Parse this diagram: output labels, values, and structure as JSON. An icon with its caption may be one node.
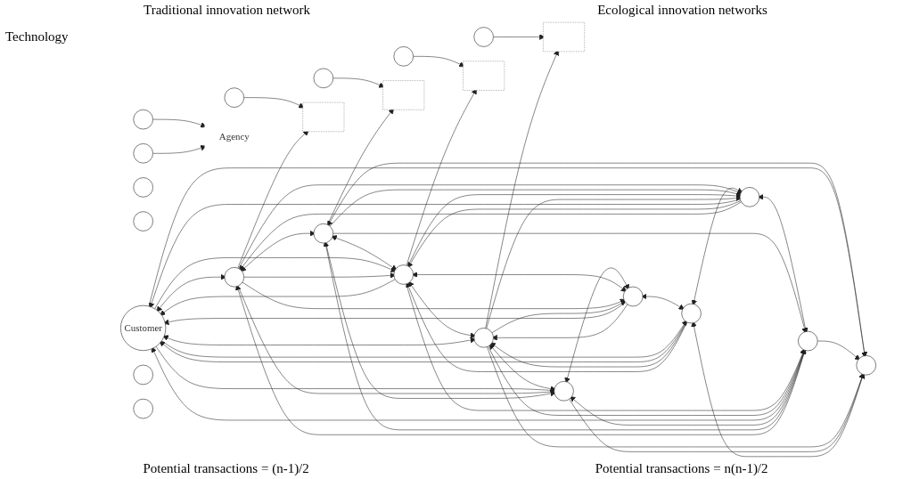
{
  "diagram": {
    "nodes": [
      {
        "text": [],
        "shape": "circle"
      },
      {
        "text": [],
        "shape": "circle"
      },
      {
        "text": [],
        "shape": "circle"
      },
      {
        "text": [],
        "shape": "circle"
      },
      {
        "text": [],
        "shape": "circle"
      },
      {
        "text": [],
        "shape": "bar"
      },
      {
        "text": [],
        "shape": "bar"
      },
      {
        "text": [
          "Agency"
        ]
      },
      {
        "text": [],
        "shape": "bar"
      },
      {
        "text": [],
        "shape": "bar"
      },
      {
        "text": [
          "Customer"
        ]
      },
      {
        "text": [],
        "shape": "circle"
      },
      {
        "text": [],
        "shape": "circle"
      },
      {
        "text": [],
        "shape": "circle"
      },
      {
        "text": [],
        "shape": "circle"
      },
      {
        "text": [],
        "shape": "circle"
      },
      {
        "text": [],
        "shape": "circle"
      },
      {
        "text": [],
        "shape": "circle"
      },
      {
        "text": [],
        "shape": "circle"
      },
      {
        "text": [],
        "shape": "circle"
      },
      {
        "text": [],
        "shape": "circle"
      },
      {
        "text": [],
        "shape": "circle"
      },
      {
        "text": [],
        "shape": "circle"
      },
      {
        "text": [],
        "shape": "circle"
      },
      {
        "text": [],
        "shape": "circle"
      },
      {
        "text": [],
        "shape": "circle"
      }
    ],
    "edges": [
      {
        "from": 0,
        "to": 5,
        "arrow": "to"
      },
      {
        "from": 1,
        "to": 6,
        "arrow": "to"
      },
      {
        "from": 2,
        "to": 7,
        "arrow": "to"
      },
      {
        "from": 3,
        "to": 8,
        "arrow": "to"
      },
      {
        "from": 4,
        "to": 9,
        "arrow": "to"
      },
      {
        "from": 10,
        "to": 19,
        "arrow": "both"
      },
      {
        "from": 19,
        "to": 18,
        "arrow": "both"
      },
      {
        "from": 18,
        "to": 17,
        "arrow": "both"
      },
      {
        "from": 17,
        "to": 16,
        "arrow": "both"
      },
      {
        "from": 16,
        "to": 15,
        "arrow": "both"
      },
      {
        "from": 15,
        "to": 14,
        "arrow": "both"
      },
      {
        "from": 14,
        "to": 13,
        "arrow": "both"
      },
      {
        "from": 13,
        "to": 12,
        "arrow": "both"
      },
      {
        "from": 12,
        "to": 11,
        "arrow": "both"
      },
      {
        "from": 11,
        "to": 10,
        "arrow": "both"
      },
      {
        "from": 18,
        "to": 20,
        "arrow": "both"
      },
      {
        "from": 20,
        "to": 13,
        "arrow": "both"
      },
      {
        "from": 10,
        "to": 16,
        "arrow": "both"
      },
      {
        "from": 11,
        "to": 15,
        "arrow": "both"
      },
      {
        "from": 17,
        "to": 14,
        "arrow": "both"
      },
      {
        "from": 10,
        "to": 20,
        "arrow": "to"
      },
      {
        "from": 11,
        "to": 20,
        "arrow": "to"
      },
      {
        "from": 16,
        "to": 20,
        "arrow": "to"
      },
      {
        "from": 15,
        "to": 20,
        "arrow": "to"
      },
      {
        "from": 10,
        "to": 15,
        "arrow": "to"
      },
      {
        "from": 10,
        "to": 13,
        "arrow": "to"
      },
      {
        "from": 19,
        "to": 12,
        "arrow": "to"
      },
      {
        "from": 19,
        "to": 15,
        "arrow": "to"
      },
      {
        "from": 19,
        "to": 14,
        "arrow": "to"
      },
      {
        "from": 18,
        "to": 11,
        "arrow": "to"
      },
      {
        "from": 18,
        "to": 12,
        "arrow": "to"
      },
      {
        "from": 17,
        "to": 11,
        "arrow": "to"
      },
      {
        "from": 17,
        "to": 12,
        "arrow": "to"
      },
      {
        "from": 16,
        "to": 11,
        "arrow": "to"
      },
      {
        "from": 16,
        "to": 12,
        "arrow": "to"
      },
      {
        "from": 16,
        "to": 14,
        "arrow": "to"
      },
      {
        "from": 12,
        "to": 10,
        "arrow": "to"
      },
      {
        "from": 13,
        "to": 10,
        "arrow": "to"
      },
      {
        "from": 14,
        "to": 10,
        "arrow": "to"
      },
      {
        "from": 17,
        "to": 10,
        "arrow": "to"
      },
      {
        "from": 13,
        "to": 16,
        "arrow": "to"
      },
      {
        "from": 14,
        "to": 16,
        "arrow": "to"
      },
      {
        "from": 12,
        "to": 17,
        "arrow": "to"
      },
      {
        "from": 13,
        "to": 17,
        "arrow": "to"
      },
      {
        "from": 11,
        "to": 18,
        "arrow": "to"
      },
      {
        "from": 11,
        "to": 19,
        "arrow": "to"
      },
      {
        "from": 12,
        "to": 19,
        "arrow": "to"
      },
      {
        "from": 10,
        "to": 17,
        "arrow": "to"
      },
      {
        "from": 18,
        "to": 15,
        "arrow": "to"
      },
      {
        "from": 19,
        "to": 17,
        "arrow": "to"
      },
      {
        "from": 19,
        "to": 5,
        "arrow": "to"
      },
      {
        "from": 18,
        "to": 6,
        "arrow": "to"
      },
      {
        "from": 23,
        "to": 7,
        "arrow": "to"
      },
      {
        "from": 17,
        "to": 8,
        "arrow": "to"
      },
      {
        "from": 16,
        "to": 9,
        "arrow": "to"
      }
    ],
    "labels": [
      "Traditional innovation network",
      "Ecological innovation networks",
      "Technology",
      "Potential transactions = (n-1)/2",
      "Potential transactions = n(n-1)/2"
    ]
  }
}
